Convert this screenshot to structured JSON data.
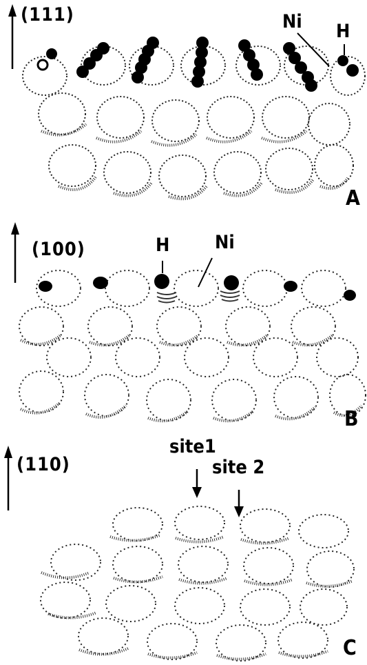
{
  "panels": {
    "a": {
      "face": "(111)",
      "letter": "A",
      "labels": {
        "ni": "Ni",
        "h": "H"
      }
    },
    "b": {
      "face": "(100)",
      "letter": "B",
      "labels": {
        "h": "H",
        "ni": "Ni"
      }
    },
    "c": {
      "face": "(110)",
      "letter": "C",
      "labels": {
        "site1": "site1",
        "site2": "site 2"
      }
    }
  },
  "colors": {
    "ink": "#000000",
    "background": "#ffffff"
  }
}
